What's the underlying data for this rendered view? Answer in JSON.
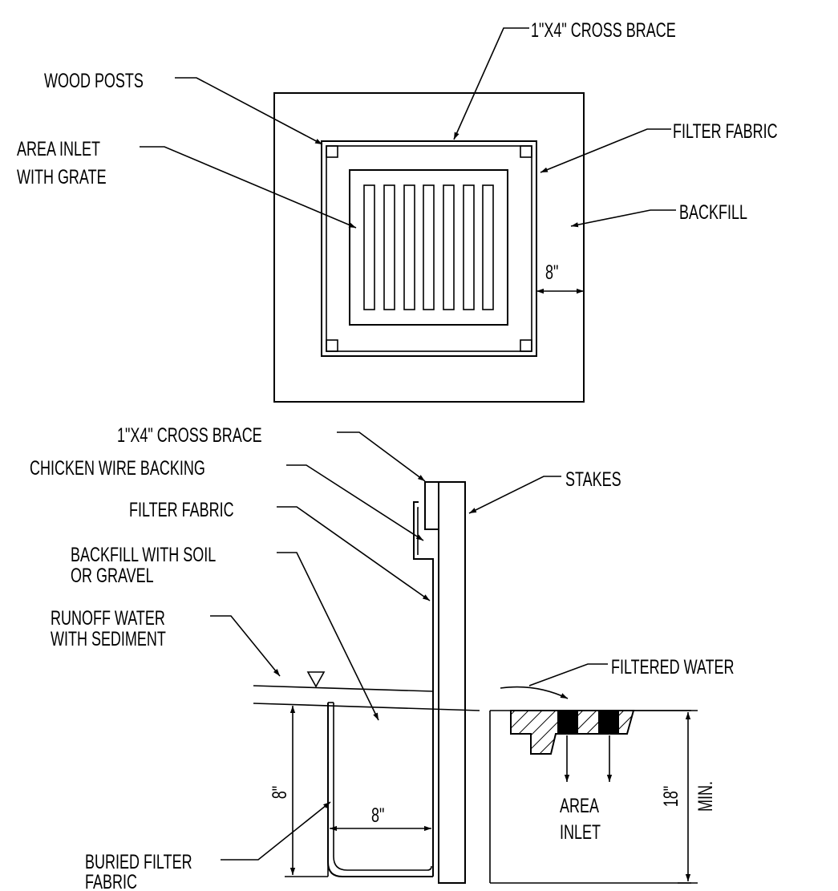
{
  "labels": {
    "top_cross_brace": "1\"X4\" CROSS BRACE",
    "wood_posts": "WOOD POSTS",
    "filter_fabric_top": "FILTER FABRIC",
    "area_inlet_1": "AREA INLET",
    "area_inlet_2": "WITH GRATE",
    "backfill_top": "BACKFILL",
    "dim_top": "8\"",
    "sec_cross_brace": "1\"X4\" CROSS BRACE",
    "chicken_wire": "CHICKEN WIRE BACKING",
    "stakes": "STAKES",
    "filter_fabric_sec": "FILTER FABRIC",
    "backfill_soil_1": "BACKFILL WITH SOIL",
    "backfill_soil_2": "OR GRAVEL",
    "runoff_1": "RUNOFF WATER",
    "runoff_2": "WITH SEDIMENT",
    "filtered_water": "FILTERED WATER",
    "dim_depth": "8\"",
    "dim_width": "8\"",
    "inlet_1": "AREA",
    "inlet_2": "INLET",
    "dim_18": "18\"",
    "dim_min": "MIN.",
    "buried_1": "BURIED FILTER",
    "buried_2": "FABRIC"
  }
}
